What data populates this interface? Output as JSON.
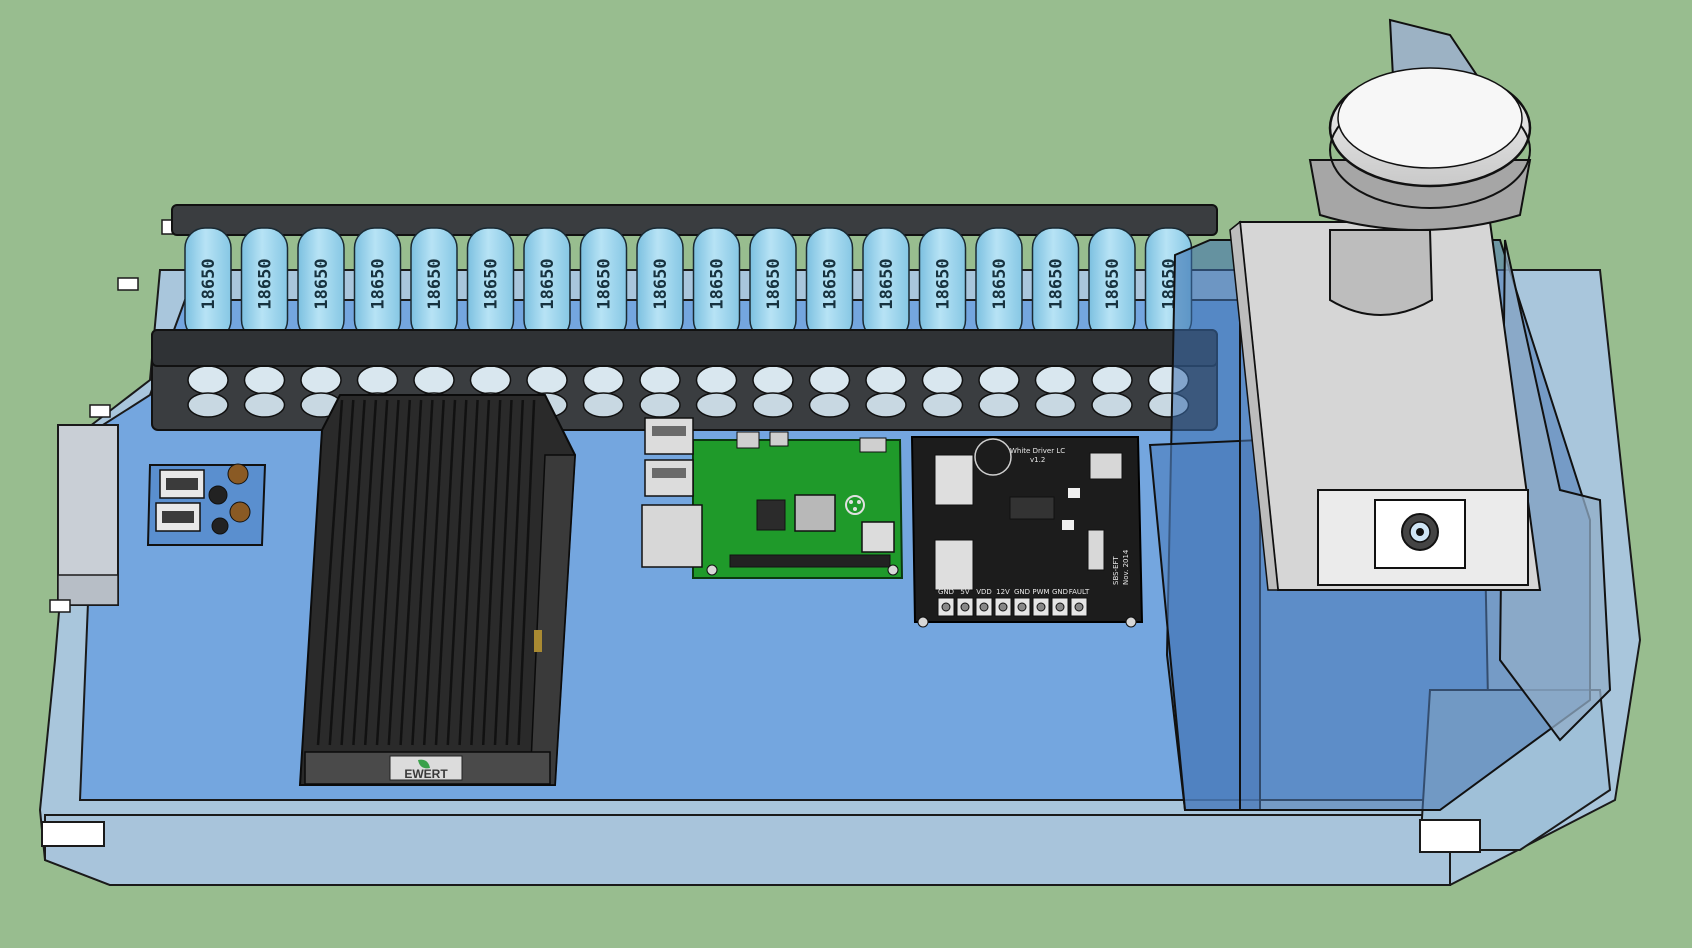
{
  "scene": {
    "background_color": "#98bd8f",
    "tray_color": "#74a6df",
    "tray_edge_color": "#a9c6dc",
    "cell_color": "#9fd5ee",
    "holder_color": "#3a3d40",
    "pcb_green": "#1f9a2a",
    "pcb_black": "#1c1c1c"
  },
  "battery_cells": [
    {
      "label": "18650"
    },
    {
      "label": "18650"
    },
    {
      "label": "18650"
    },
    {
      "label": "18650"
    },
    {
      "label": "18650"
    },
    {
      "label": "18650"
    },
    {
      "label": "18650"
    },
    {
      "label": "18650"
    },
    {
      "label": "18650"
    },
    {
      "label": "18650"
    },
    {
      "label": "18650"
    },
    {
      "label": "18650"
    },
    {
      "label": "18650"
    },
    {
      "label": "18650"
    },
    {
      "label": "18650"
    },
    {
      "label": "18650"
    },
    {
      "label": "18650"
    },
    {
      "label": "18650"
    }
  ],
  "heatsink": {
    "logo_text": "EWERT",
    "icon": "leaf-logo-icon"
  },
  "driver_board": {
    "title": "White Driver LC",
    "version": "v1.2",
    "credit": "SBS-EFT",
    "date": "Nov. 2014",
    "terminal_labels": [
      "GND",
      "5V",
      "VDD",
      "12V",
      "GND",
      "PWM",
      "GND",
      "FAULT"
    ]
  },
  "icons": [
    "battery-cell-icon",
    "raspberry-logo-icon",
    "usb-port-icon",
    "lens-icon"
  ]
}
